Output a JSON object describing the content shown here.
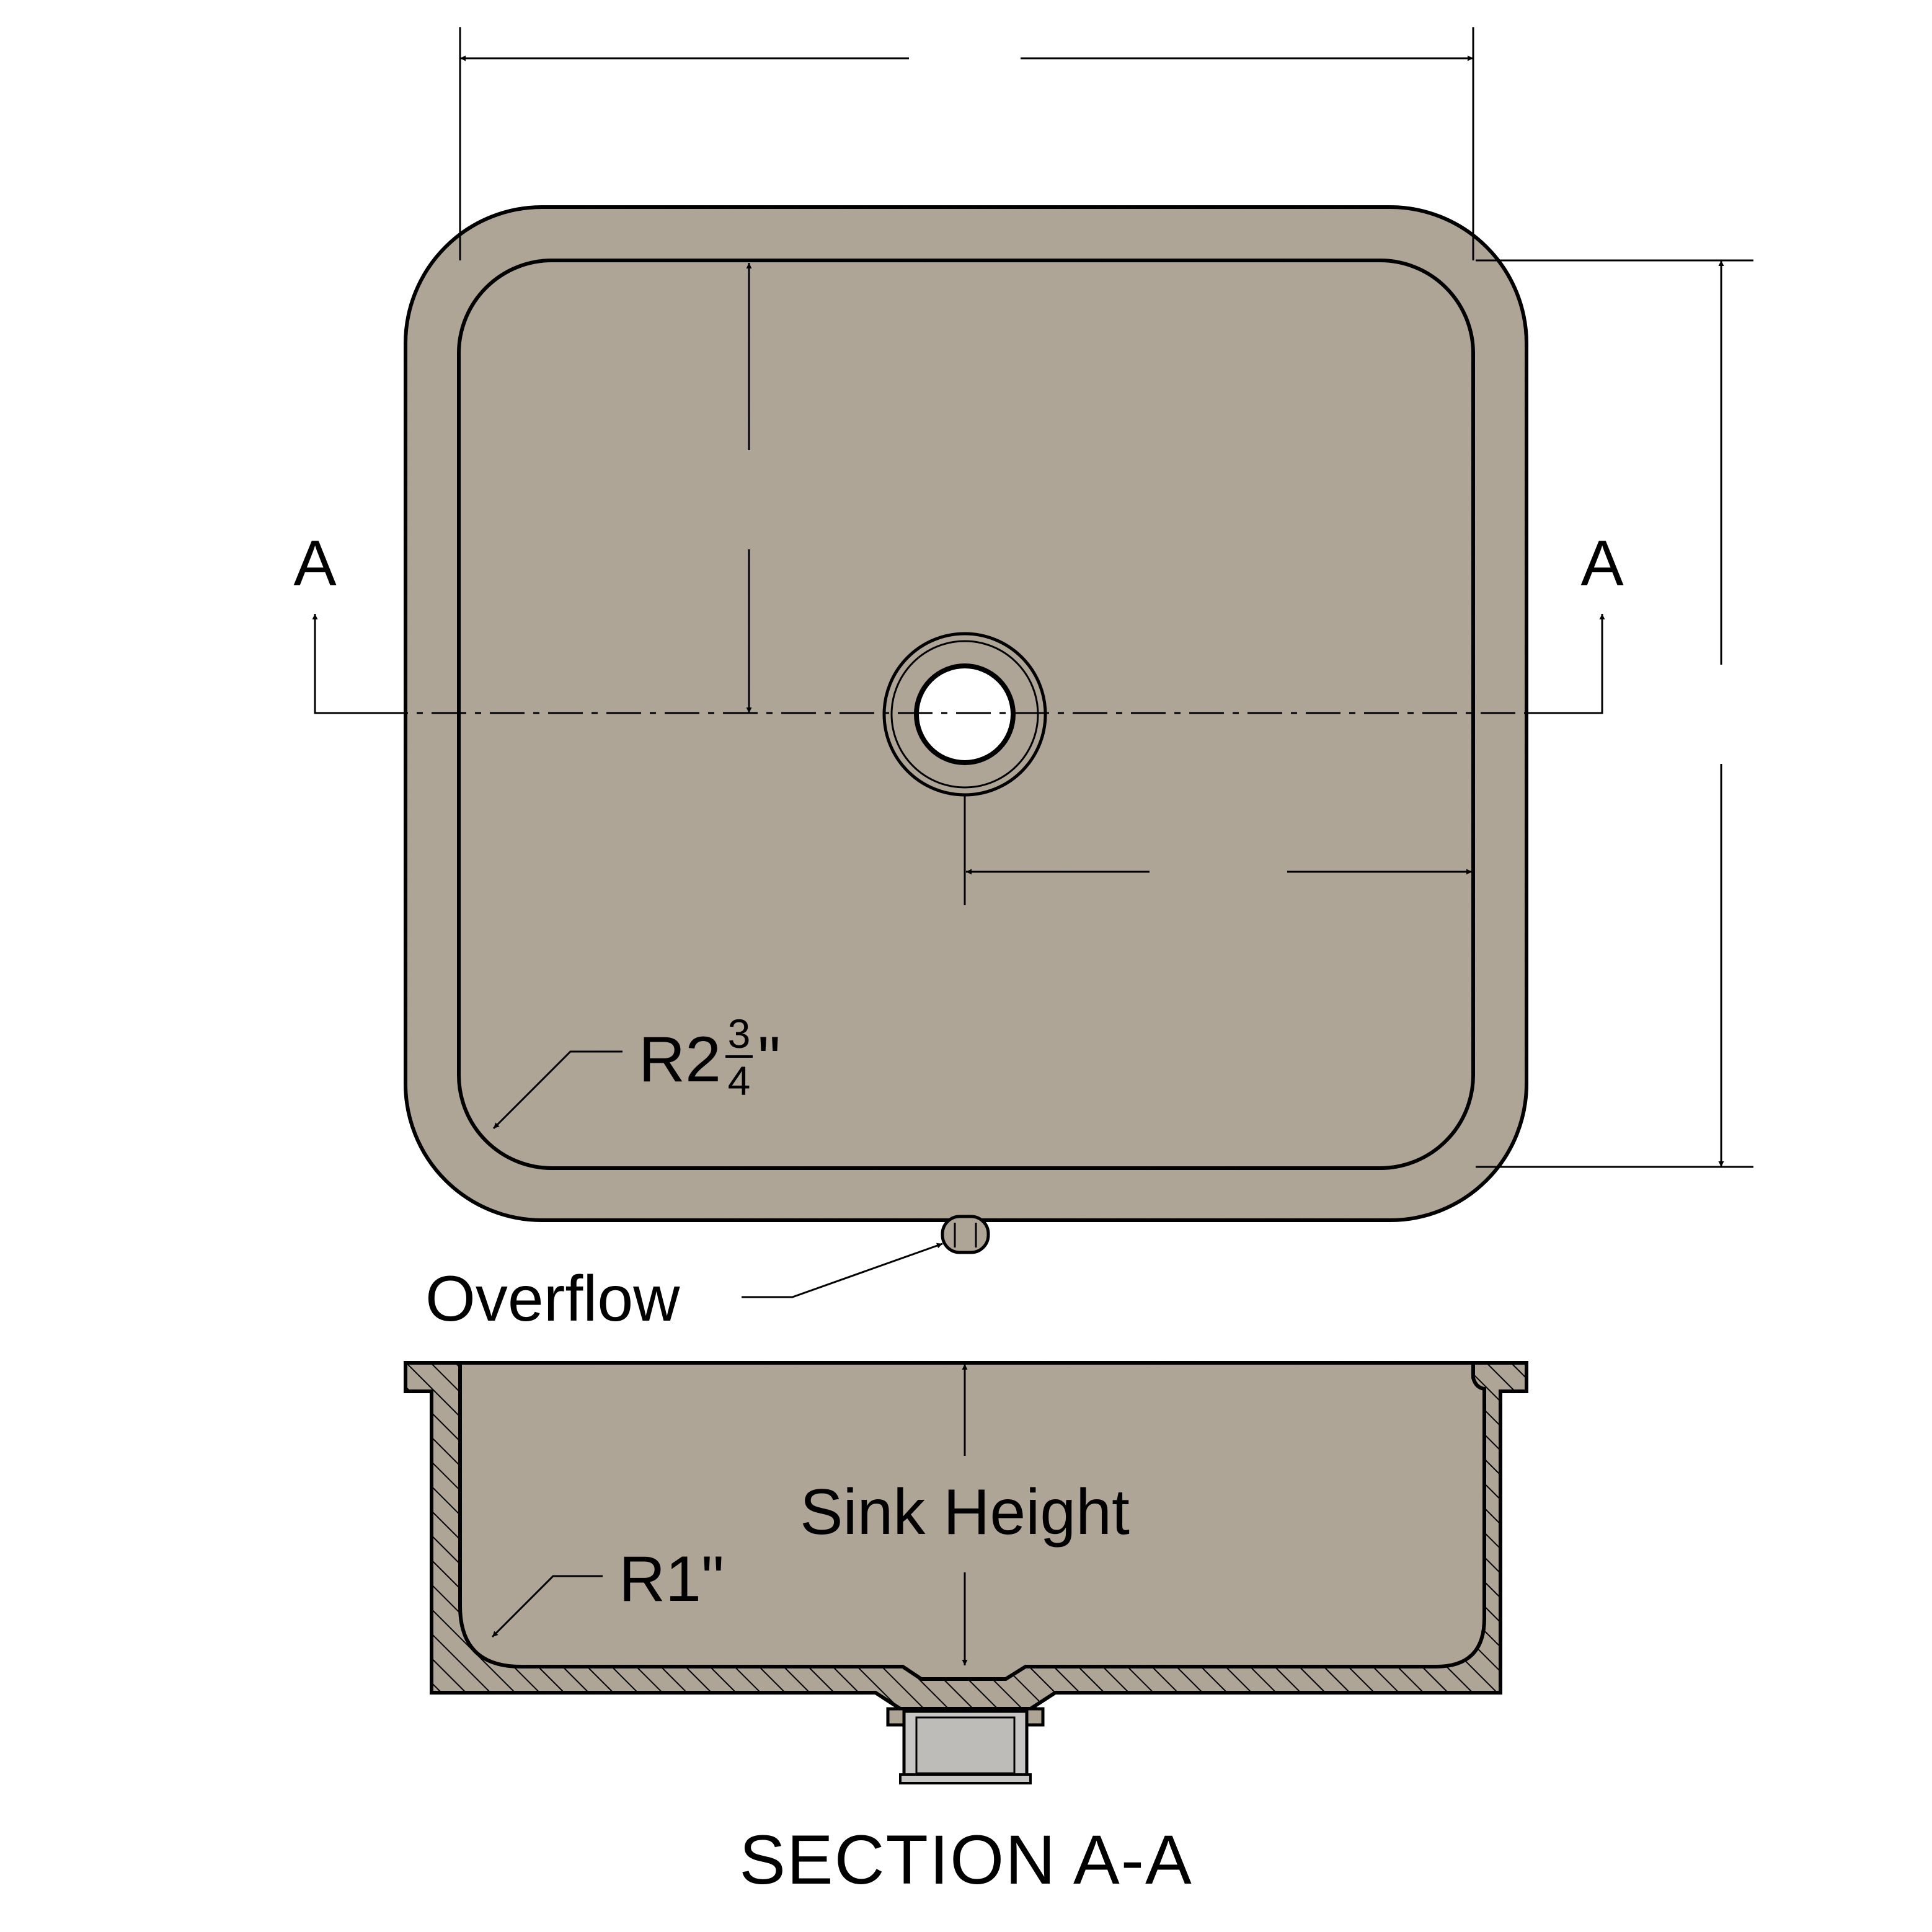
{
  "colors": {
    "material": "#aea597",
    "material_dark": "#a39a8c",
    "line": "#000000",
    "drain_metal": "#c7c6c4",
    "background": "#ffffff"
  },
  "labels": {
    "section_left": "A",
    "section_right": "A",
    "corner_radius_prefix": "R2",
    "corner_radius_num": "3",
    "corner_radius_den": "4",
    "corner_radius_unit": "\"",
    "overflow": "Overflow",
    "sink_height": "Sink Height",
    "bottom_radius": "R1\"",
    "section_title": "SECTION A-A"
  }
}
